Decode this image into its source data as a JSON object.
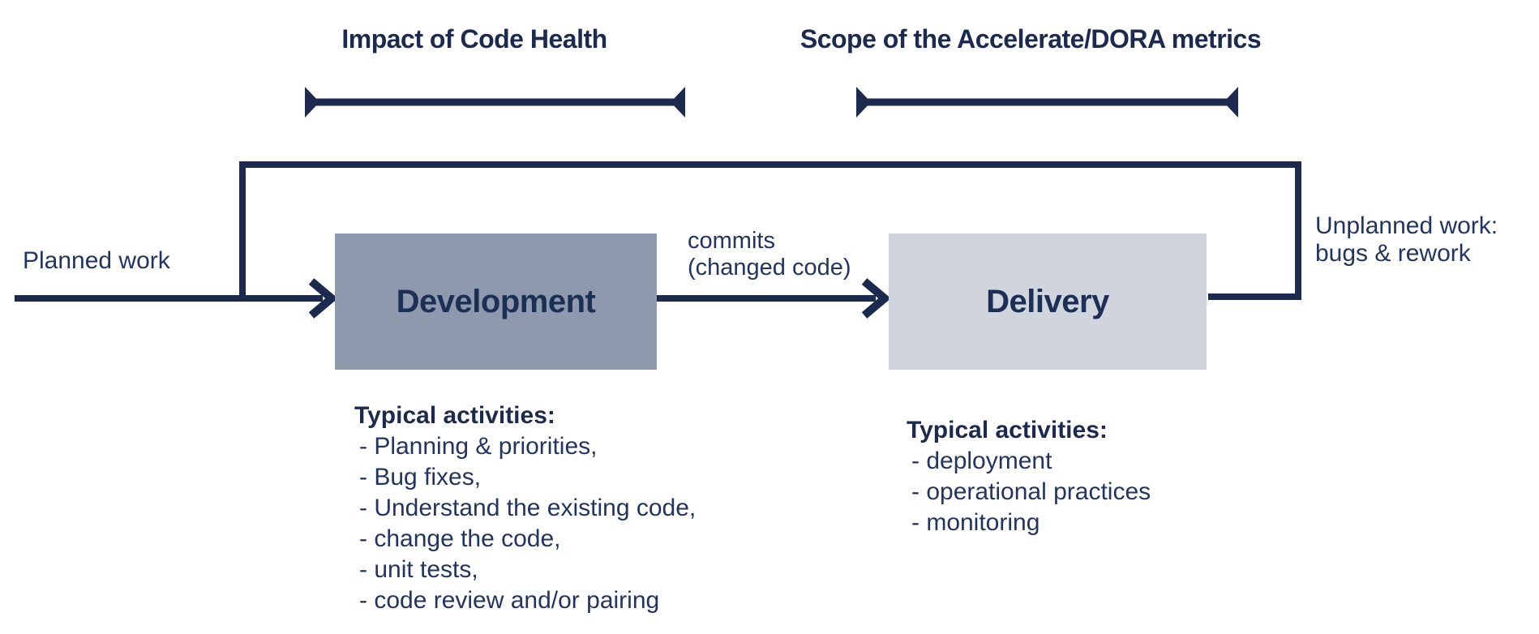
{
  "titles": {
    "code_health": "Impact of Code Health",
    "dora": "Scope of the Accelerate/DORA metrics"
  },
  "flow": {
    "planned_work": "Planned work",
    "commits_line1": "commits",
    "commits_line2": "(changed code)",
    "unplanned_line1": "Unplanned work:",
    "unplanned_line2": "bugs & rework"
  },
  "development": {
    "label": "Development",
    "activities_title": "Typical activities:",
    "activities": [
      "- Planning & priorities,",
      "- Bug fixes,",
      "- Understand the existing code,",
      "- change the code,",
      "- unit tests,",
      "- code review and/or pairing"
    ]
  },
  "delivery": {
    "label": "Delivery",
    "activities_title": "Typical activities:",
    "activities": [
      "- deployment",
      "- operational practices",
      "- monitoring"
    ]
  },
  "colors": {
    "navy": "#1b2a4e",
    "body_text": "#223460",
    "development_fill": "#8e99ad",
    "delivery_fill": "#d0d4dd",
    "background": "#ffffff"
  }
}
